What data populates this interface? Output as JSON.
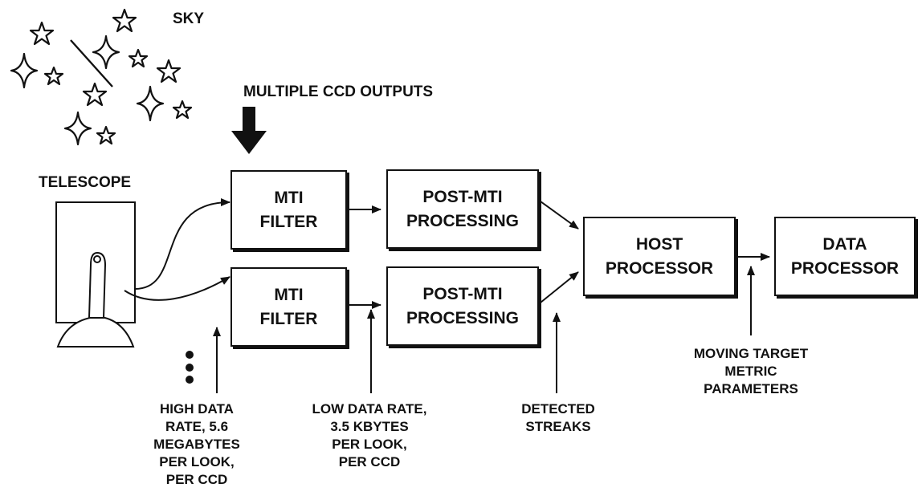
{
  "labels": {
    "sky": "SKY",
    "multiple_ccd_outputs": "MULTIPLE CCD OUTPUTS",
    "telescope": "TELESCOPE"
  },
  "boxes": {
    "mti_filter_1": [
      "MTI",
      "FILTER"
    ],
    "mti_filter_2": [
      "MTI",
      "FILTER"
    ],
    "post_mti_1": [
      "POST-MTI",
      "PROCESSING"
    ],
    "post_mti_2": [
      "POST-MTI",
      "PROCESSING"
    ],
    "host_processor": [
      "HOST",
      "PROCESSOR"
    ],
    "data_processor": [
      "DATA",
      "PROCESSOR"
    ]
  },
  "annotations": {
    "high_data_rate": [
      "HIGH DATA",
      "RATE, 5.6",
      "MEGABYTES",
      "PER LOOK,",
      "PER CCD"
    ],
    "low_data_rate": [
      "LOW DATA RATE,",
      "3.5 KBYTES",
      "PER LOOK,",
      "PER CCD"
    ],
    "detected_streaks": [
      "DETECTED",
      "STREAKS"
    ],
    "moving_target": [
      "MOVING TARGET",
      "METRIC",
      "PARAMETERS"
    ]
  },
  "icons": {
    "stars": "star-icon",
    "telescope": "telescope-icon",
    "ellipsis": "vertical-ellipsis-icon"
  }
}
